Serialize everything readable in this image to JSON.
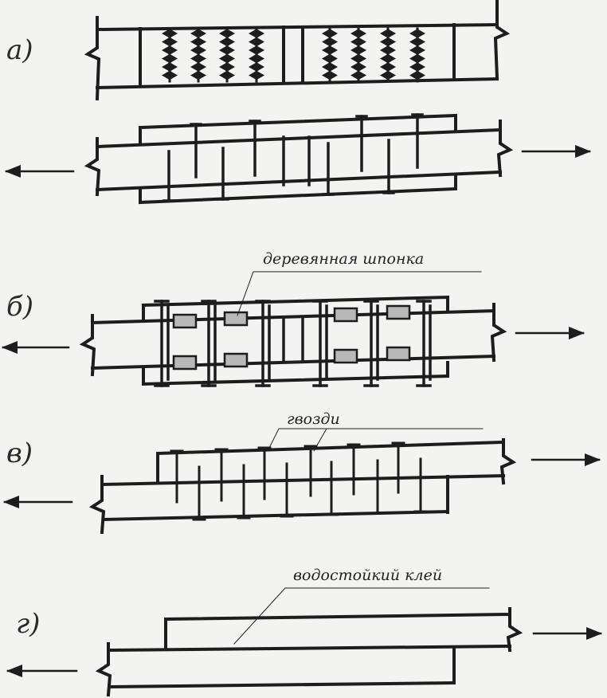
{
  "panels": [
    {
      "label": "а)"
    },
    {
      "label": "б)"
    },
    {
      "label": "в)"
    },
    {
      "label": "г)"
    }
  ],
  "callouts": {
    "wooden_dowel": "деревянная шпонка",
    "nails": "гвозди",
    "waterproof_glue": "водостойкий клей"
  },
  "colors": {
    "ink": "#1d1d1d",
    "background": "#f3f3f1",
    "dowel_fill": "#b8b8b8"
  },
  "icons": [
    "arrow-left-icon",
    "arrow-right-icon",
    "break-line-icon"
  ]
}
